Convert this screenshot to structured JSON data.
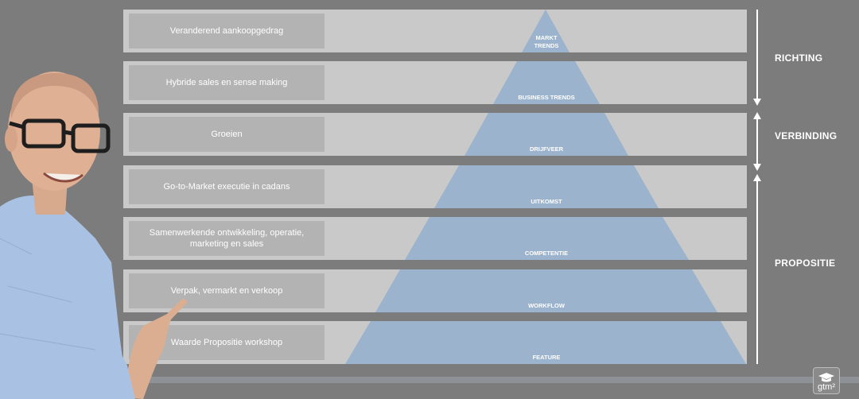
{
  "rows": [
    {
      "label": "Veranderend aankoopgedrag",
      "tier": "MARKT\nTRENDS"
    },
    {
      "label": "Hybride sales en sense making",
      "tier": "BUSINESS TRENDS"
    },
    {
      "label": "Groeien",
      "tier": "DRIJFVEER"
    },
    {
      "label": "Go-to-Market executie in cadans",
      "tier": "UITKOMST"
    },
    {
      "label": "Samenwerkende ontwikkeling, operatie, marketing en sales",
      "tier": "COMPETENTIE"
    },
    {
      "label": "Verpak, vermarkt en verkoop",
      "tier": "WORKFLOW"
    },
    {
      "label": "Waarde Propositie workshop",
      "tier": "FEATURE"
    }
  ],
  "sections": {
    "richting": "RICHTING",
    "verbinding": "VERBINDING",
    "propositie": "PROPOSITIE"
  },
  "logo": {
    "text": "gtm²",
    "icon": "graduation-cap-icon"
  },
  "colors": {
    "background": "#7c7c7c",
    "row": "#c9c9c9",
    "label": "#b3b3b3",
    "pyramid": "#9bb3cc"
  }
}
